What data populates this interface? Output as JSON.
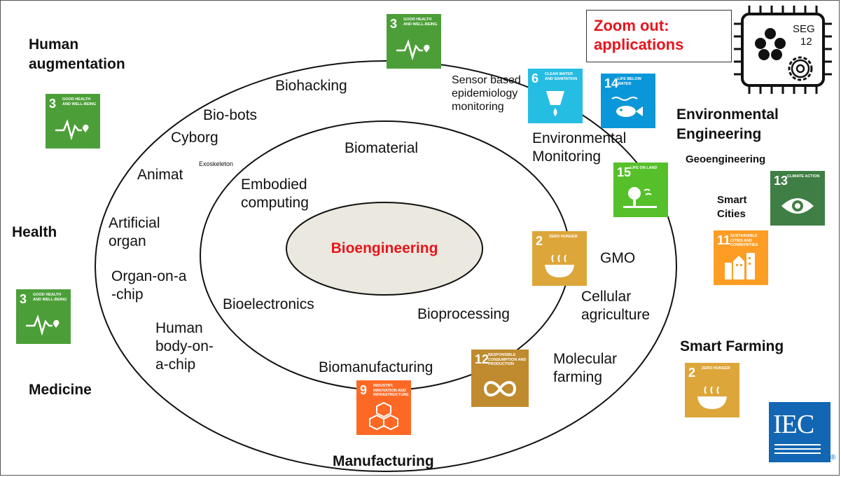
{
  "center": "Bioengineering",
  "zoom_box": "Zoom out:\napplications",
  "inner_ring": {
    "biomaterial": "Biomaterial",
    "embodied_computing": "Embodied\ncomputing",
    "bioelectronics": "Bioelectronics",
    "bioprocessing": "Bioprocessing",
    "biomanufacturing": "Biomanufacturing"
  },
  "outer_ring": {
    "biohacking": "Biohacking",
    "bio_bots": "Bio-bots",
    "cyborg": "Cyborg",
    "exoskeleton": "Exoskeleton",
    "animat": "Animat",
    "artificial_organ": "Artificial\norgan",
    "organ_on_a_chip": "Organ-on-a\n-chip",
    "human_body_on_a_chip": "Human\nbody-on-\na-chip",
    "sensor_epidemiology": "Sensor based\nepidemiology\nmonitoring",
    "environmental_monitoring": "Environmental\nMonitoring",
    "gmo": "GMO",
    "cellular_agriculture": "Cellular\nagriculture",
    "molecular_farming": "Molecular\nfarming"
  },
  "domains": {
    "human_augmentation": "Human\naugmentation",
    "health": "Health",
    "medicine": "Medicine",
    "manufacturing": "Manufacturing",
    "environmental_engineering": "Environmental\nEngineering",
    "geoengineering": "Geoengineering",
    "smart_cities": "Smart\nCities",
    "smart_farming": "Smart Farming"
  },
  "sdgs": {
    "goal3": {
      "number": "3",
      "caption": "GOOD HEALTH\nAND WELL-BEING",
      "color": "#4c9f38",
      "icon": "heartbeat-icon"
    },
    "goal6": {
      "number": "6",
      "caption": "CLEAN WATER\nAND SANITATION",
      "color": "#26bde2",
      "icon": "water-drop-icon"
    },
    "goal14": {
      "number": "14",
      "caption": "LIFE\nBELOW WATER",
      "color": "#0a97d9",
      "icon": "fish-icon"
    },
    "goal15": {
      "number": "15",
      "caption": "LIFE\nON LAND",
      "color": "#56c02b",
      "icon": "tree-icon"
    },
    "goal13": {
      "number": "13",
      "caption": "CLIMATE\nACTION",
      "color": "#3f7e44",
      "icon": "eye-globe-icon"
    },
    "goal11": {
      "number": "11",
      "caption": "SUSTAINABLE CITIES\nAND COMMUNITIES",
      "color": "#fd9d24",
      "icon": "city-icon"
    },
    "goal2": {
      "number": "2",
      "caption": "ZERO\nHUNGER",
      "color": "#dda63a",
      "icon": "bowl-icon"
    },
    "goal12": {
      "number": "12",
      "caption": "RESPONSIBLE\nCONSUMPTION\nAND PRODUCTION",
      "color": "#bf8b2e",
      "icon": "infinity-icon"
    },
    "goal9": {
      "number": "9",
      "caption": "INDUSTRY, INNOVATION\nAND INFRASTRUCTURE",
      "color": "#fd6925",
      "icon": "cubes-icon"
    }
  },
  "chip": {
    "label": "SEG",
    "number": "12"
  },
  "logo": {
    "text": "IEC",
    "color": "#1266b3"
  }
}
